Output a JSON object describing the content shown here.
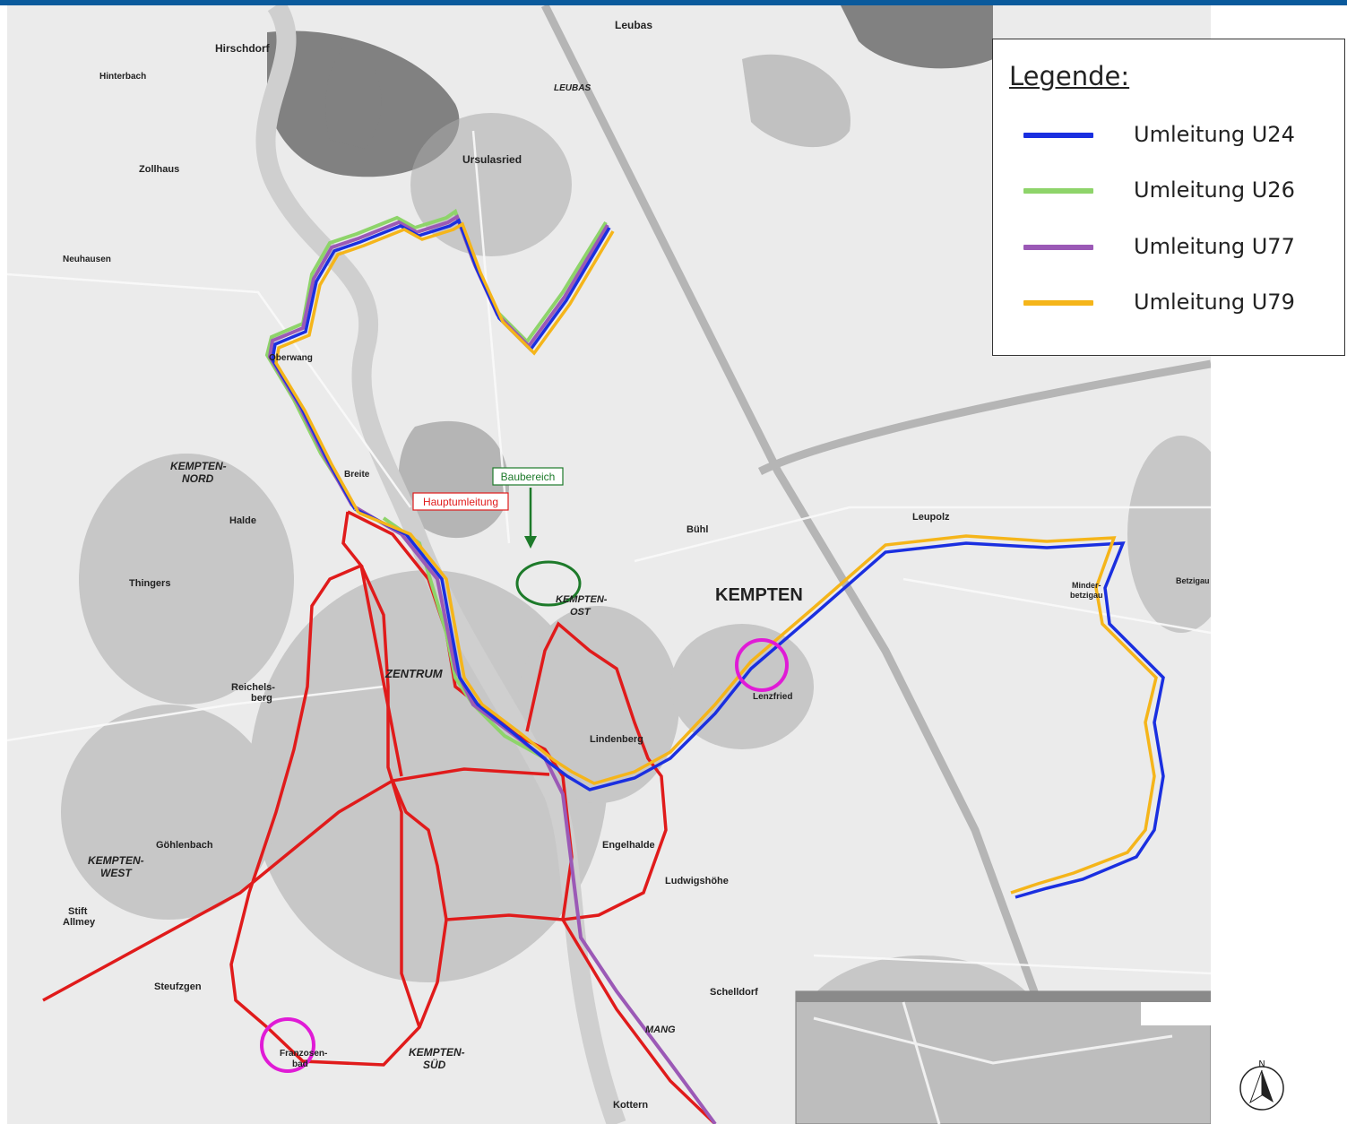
{
  "legend": {
    "title": "Legende:",
    "items": [
      {
        "label": "Umleitung U24",
        "color": "#1a2fe0"
      },
      {
        "label": "Umleitung U26",
        "color": "#8ed46a"
      },
      {
        "label": "Umleitung U77",
        "color": "#9b59b6"
      },
      {
        "label": "Umleitung U79",
        "color": "#f5b51a"
      }
    ]
  },
  "annotations": {
    "baubereich": "Baubereich",
    "hauptumleitung": "Hauptumleitung"
  },
  "colors": {
    "hauptumleitung": "#e01b1b",
    "marker_circle": "#e01bd6",
    "baubereich_circle": "#1d7a2a"
  },
  "map_labels": {
    "kempten": "KEMPTEN",
    "zentrum": "ZENTRUM",
    "kempten_nord_1": "KEMPTEN-",
    "kempten_nord_2": "NORD",
    "kempten_west_1": "KEMPTEN-",
    "kempten_west_2": "WEST",
    "kempten_ost_1": "KEMPTEN-",
    "kempten_ost_2": "OST",
    "kempten_sued_1": "KEMPTEN-",
    "kempten_sued_2": "SÜD",
    "leubas": "Leubas",
    "leubas_caps": "LEUBAS",
    "hirschdorf": "Hirschdorf",
    "hinterbach": "Hinterbach",
    "zollhaus": "Zollhaus",
    "neuhausen": "Neuhausen",
    "ursulasried": "Ursulasried",
    "leupolz": "Leupolz",
    "buehl": "Bühl",
    "halde": "Halde",
    "thingers": "Thingers",
    "reichelsberg_1": "Reichels-",
    "reichelsberg_2": "berg",
    "lindenberg": "Lindenberg",
    "engelhalde": "Engelhalde",
    "ludwigshoehe": "Ludwigshöhe",
    "goehlenbach": "Göhlenbach",
    "stift_allmey_1": "Stift",
    "stift_allmey_2": "Allmey",
    "steufzgen": "Steufzgen",
    "schelldorf": "Schelldorf",
    "st_mang": "MANG",
    "kottern": "Kottern",
    "lenzfried": "Lenzfried",
    "franzosenbad_1": "Franzosen-",
    "franzosenbad_2": "bad",
    "oberwang": "Oberwang",
    "breite": "Breite",
    "betzigau": "Betzigau",
    "minderbetzigau_1": "Minder-",
    "minderbetzigau_2": "betzigau"
  },
  "compass": {
    "north": "N"
  }
}
